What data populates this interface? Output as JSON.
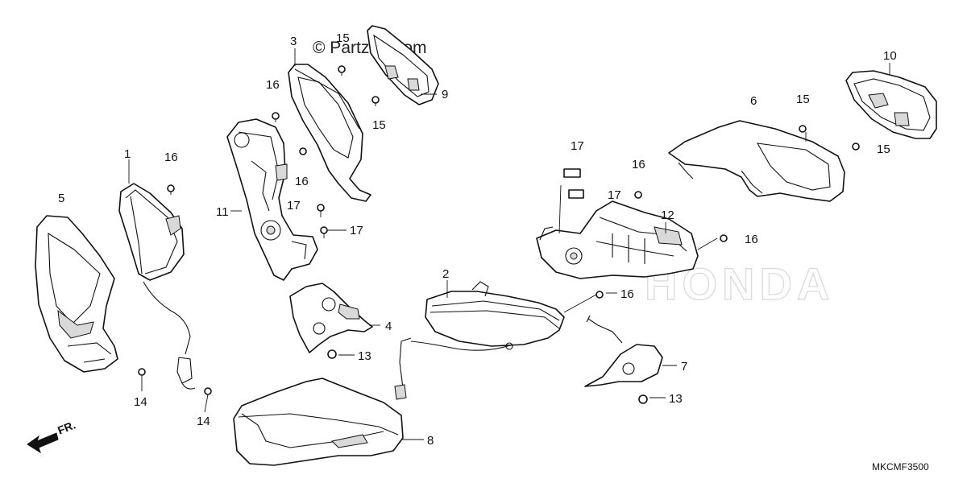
{
  "watermark": "© Partzilla.com",
  "diagram_code": "MKCMF3500",
  "direction_label": "FR.",
  "callouts": [
    "1",
    "2",
    "3",
    "4",
    "5",
    "6",
    "7",
    "8",
    "9",
    "10",
    "11",
    "12",
    "13",
    "13",
    "14",
    "14",
    "15",
    "15",
    "15",
    "15",
    "16",
    "16",
    "16",
    "16",
    "16",
    "16",
    "17",
    "17",
    "17",
    "17"
  ]
}
